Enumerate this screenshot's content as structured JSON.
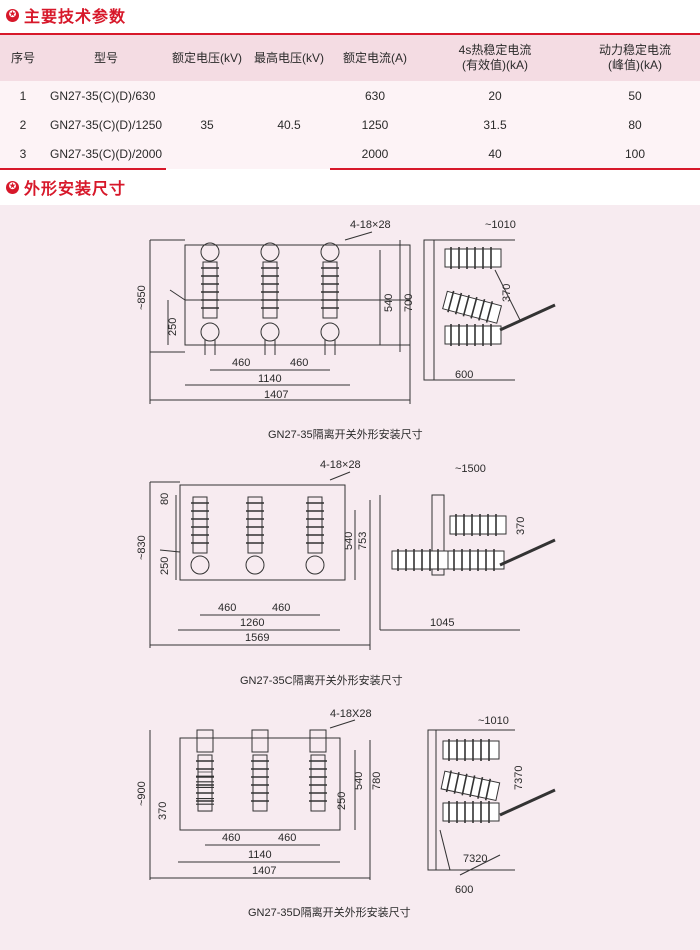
{
  "section1": {
    "title": "主要技术参数",
    "bullet": "✪"
  },
  "section2": {
    "title": "外形安装尺寸",
    "bullet": "✪"
  },
  "table": {
    "headers": [
      "序号",
      "型号",
      "额定电压(kV)",
      "最高电压(kV)",
      "额定电流(A)",
      "4s热稳定电流\n(有效值)(kA)",
      "动力稳定电流\n(峰值)(kA)"
    ],
    "rows": [
      {
        "no": "1",
        "model": "GN27-35(C)(D)/630",
        "current": "630",
        "thermal": "20",
        "dynamic": "50"
      },
      {
        "no": "2",
        "model": "GN27-35(C)(D)/1250",
        "current": "1250",
        "thermal": "31.5",
        "dynamic": "80"
      },
      {
        "no": "3",
        "model": "GN27-35(C)(D)/2000",
        "current": "2000",
        "thermal": "40",
        "dynamic": "100"
      }
    ],
    "rated_voltage": "35",
    "max_voltage": "40.5"
  },
  "drawings": [
    {
      "caption": "GN27-35隔离开关外形安装尺寸",
      "dims": {
        "holes": "4-18×28",
        "w460a": "460",
        "w460b": "460",
        "w1140": "1140",
        "w1407": "1407",
        "h850": "~850",
        "h250": "250",
        "h540": "540",
        "h700": "700",
        "side_w": "~1010",
        "side_b": "600",
        "side_a": "370"
      }
    },
    {
      "caption": "GN27-35C隔离开关外形安装尺寸",
      "dims": {
        "holes": "4-18×28",
        "w460a": "460",
        "w460b": "460",
        "w1260": "1260",
        "w1569": "1569",
        "h830": "~830",
        "h250": "250",
        "h80": "80",
        "h540": "540",
        "h753": "753",
        "side_w": "~1500",
        "side_b": "1045",
        "side_a": "370"
      }
    },
    {
      "caption": "GN27-35D隔离开关外形安装尺寸",
      "dims": {
        "holes": "4-18X28",
        "w460a": "460",
        "w460b": "460",
        "w1140": "1140",
        "w1407": "1407",
        "h900": "~900",
        "h370": "370",
        "h250": "250",
        "h540": "540",
        "h780": "780",
        "side_w": "~1010",
        "side_b": "600",
        "side_a": "7370",
        "side_c": "7320"
      }
    }
  ]
}
